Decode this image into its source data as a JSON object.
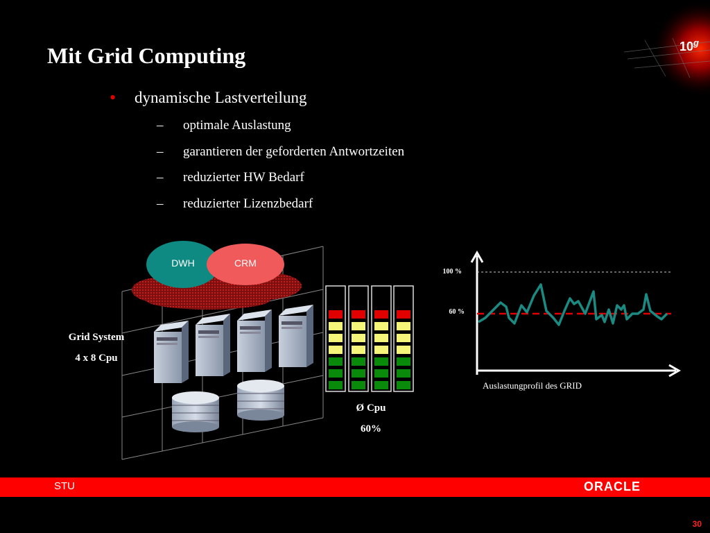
{
  "slide": {
    "title": "Mit Grid Computing",
    "bullet": "dynamische Lastverteilung",
    "bullet_marker": "•",
    "sub_marker": "–",
    "sub_items": [
      "optimale Auslastung",
      "garantieren der geforderten Antwortzeiten",
      "reduzierter HW Bedarf",
      "reduzierter Lizenzbedarf"
    ]
  },
  "brand": {
    "version": "10",
    "suffix": "g"
  },
  "diagram": {
    "cloud_left": "DWH",
    "cloud_right": "CRM",
    "grid_label_1": "Grid System",
    "grid_label_2": "4 x 8 Cpu",
    "cpu_label_1": "Ø Cpu",
    "cpu_label_2": "60%"
  },
  "chart": {
    "label_100": "100 %",
    "label_60": "60 %",
    "caption": "Auslastungprofil des GRID",
    "line_color": "#1a8a82",
    "threshold_color": "#e00000"
  },
  "footer": {
    "left_text": "STU",
    "logo_text": "ORACLE",
    "page_number": "30",
    "bar_color": "#ff0000"
  }
}
